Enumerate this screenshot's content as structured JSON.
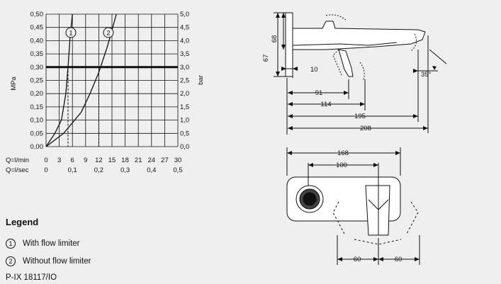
{
  "chart_data": {
    "type": "line",
    "x_min_labels": [
      "0",
      "3",
      "6",
      "9",
      "12",
      "15",
      "18",
      "21",
      "24",
      "27",
      "30"
    ],
    "x_sec_labels": [
      "0",
      "0,1",
      "0,2",
      "0,3",
      "0,4",
      "0,5"
    ],
    "x_min_caption": "Q=l/min",
    "x_sec_caption": "Q=l/sec",
    "y_left_labels": [
      "0,00",
      "0,05",
      "0,10",
      "0,15",
      "0,20",
      "0,25",
      "0,30",
      "0,35",
      "0,40",
      "0,45",
      "0,50"
    ],
    "y_right_labels": [
      "0,0",
      "0,5",
      "1,0",
      "1,5",
      "2,0",
      "2,5",
      "3,0",
      "3,5",
      "4,0",
      "4,5",
      "5,0"
    ],
    "y_left_unit": "MPa",
    "y_right_unit": "bar",
    "xlim": [
      0,
      30
    ],
    "ylim": [
      0,
      0.5
    ],
    "reference_line_y": 0.3,
    "series": [
      {
        "marker": "1",
        "x": [
          0,
          2,
          3.5,
          4.5,
          5,
          5.5,
          6
        ],
        "y": [
          0,
          0.05,
          0.1,
          0.2,
          0.3,
          0.42,
          0.5
        ]
      },
      {
        "marker": "2",
        "x": [
          0,
          4,
          8,
          10,
          12,
          14,
          16
        ],
        "y": [
          0,
          0.05,
          0.13,
          0.2,
          0.28,
          0.38,
          0.5
        ]
      }
    ],
    "reference_drops_x": [
      5,
      12
    ]
  },
  "dims": {
    "d68": "68",
    "d67": "67",
    "d10": "10",
    "d91": "91",
    "d114": "114",
    "d195": "195",
    "d208": "208",
    "d35": "35°",
    "d168": "168",
    "d100": "100",
    "d60a": "60",
    "d60b": "60"
  },
  "legend": {
    "title": "Legend",
    "item1_num": "1",
    "item1_text": "With flow limiter",
    "item2_num": "2",
    "item2_text": "Without flow limiter"
  },
  "product_code": "P-IX 18117/IO"
}
